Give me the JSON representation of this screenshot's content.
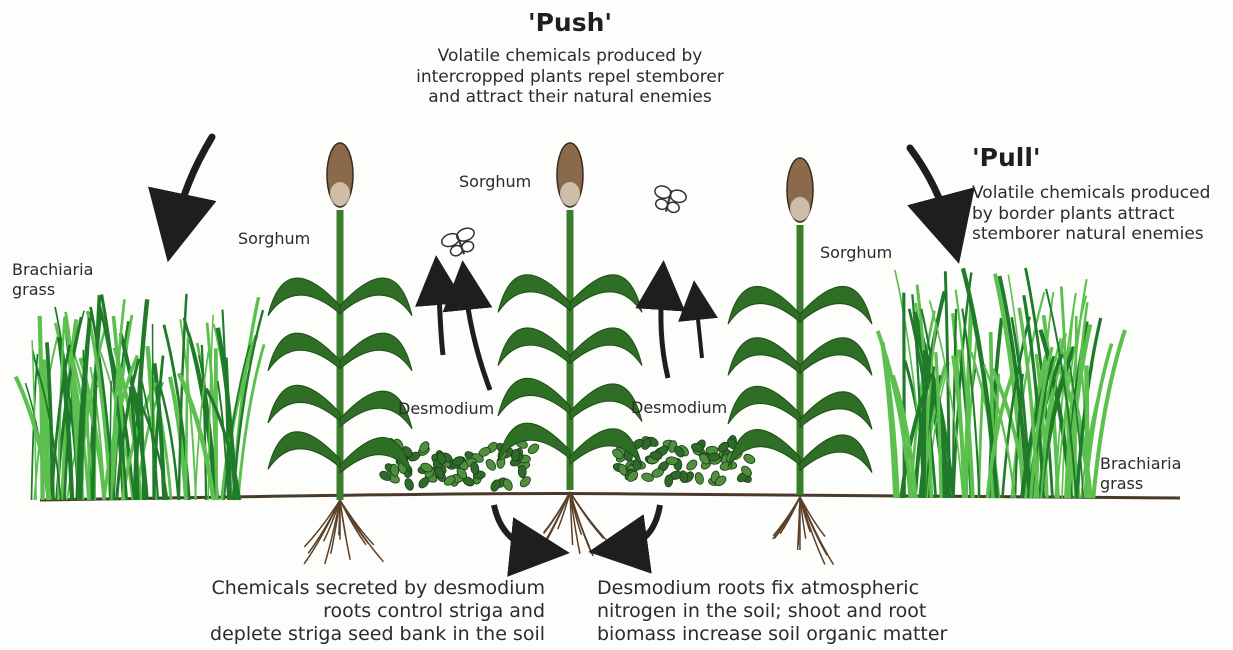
{
  "push": {
    "title": "'Push'",
    "description": "Volatile chemicals produced by\nintercropped plants repel stemborer\nand attract their natural enemies"
  },
  "pull": {
    "title": "'Pull'",
    "description": "Volatile chemicals produced\nby border plants attract\nstemborer natural enemies"
  },
  "plants": {
    "sorghum_left": "Sorghum",
    "sorghum_center": "Sorghum",
    "sorghum_right": "Sorghum",
    "desmodium_left": "Desmodium",
    "desmodium_right": "Desmodium",
    "brachiaria_left": "Brachiaria\ngrass",
    "brachiaria_right": "Brachiaria\ngrass"
  },
  "bottom": {
    "left": "Chemicals secreted by desmodium\nroots control striga and\ndeplete striga seed bank in the soil",
    "right": "Desmodium roots fix atmospheric\nnitrogen in the soil; shoot and root\nbiomass increase soil organic matter"
  },
  "colors": {
    "grass_dark": "#1f7a2a",
    "grass_light": "#5cc04f",
    "stalk": "#3a7d2c",
    "leaf": "#2f6f25",
    "tassel": "#8a6a4a",
    "soil_line": "#4a3a2a",
    "root": "#5a4028",
    "arrow": "#1e1e1e"
  }
}
